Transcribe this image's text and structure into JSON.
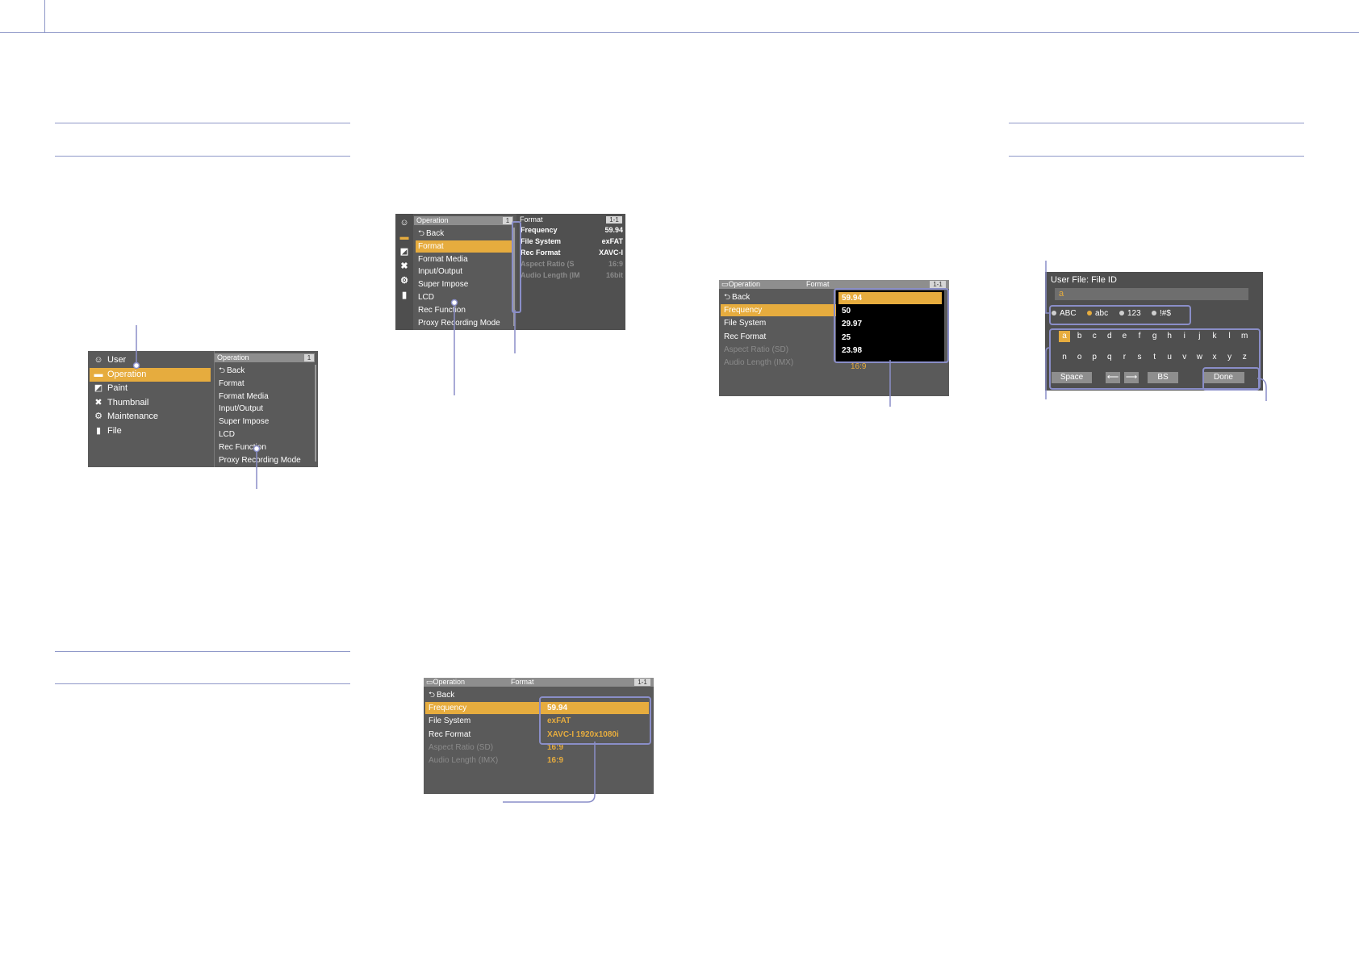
{
  "screen1": {
    "menu": [
      "User",
      "Operation",
      "Paint",
      "Thumbnail",
      "Maintenance",
      "File"
    ],
    "menu_icons": [
      "user-icon",
      "operation-icon",
      "paint-icon",
      "thumbnail-icon",
      "gear-icon",
      "file-icon"
    ],
    "selected": "Operation",
    "panel_header": "Operation",
    "page": "1",
    "items": [
      "Back",
      "Format",
      "Format Media",
      "Input/Output",
      "Super Impose",
      "LCD",
      "Rec Function",
      "Proxy Recording Mode"
    ]
  },
  "screen2": {
    "header": "Operation",
    "page": "1",
    "items": [
      "Back",
      "Format",
      "Format Media",
      "Input/Output",
      "Super Impose",
      "LCD",
      "Rec Function",
      "Proxy Recording Mode"
    ],
    "selected": "Format",
    "sub_header": "Format",
    "sub_page": "1-1",
    "sub_items": [
      {
        "label": "Frequency",
        "value": "59.94",
        "dim": false
      },
      {
        "label": "File System",
        "value": "exFAT",
        "dim": false
      },
      {
        "label": "Rec Format",
        "value": "XAVC-I",
        "dim": false
      },
      {
        "label": "Aspect Ratio (S",
        "value": "16:9",
        "dim": true
      },
      {
        "label": "Audio Length (IM",
        "value": "16bit",
        "dim": true
      }
    ]
  },
  "screen3": {
    "header": "Operation",
    "header2": "Format",
    "page": "1-1",
    "items": [
      {
        "label": "Back",
        "value": "",
        "dim": false
      },
      {
        "label": "Frequency",
        "value": "59.94",
        "dim": false
      },
      {
        "label": "File System",
        "value": "exFAT",
        "dim": false
      },
      {
        "label": "Rec Format",
        "value": "XAVC-I 1920x1080i",
        "dim": false
      },
      {
        "label": "Aspect Ratio (SD)",
        "value": "16:9",
        "dim": true
      },
      {
        "label": "Audio Length (IMX)",
        "value": "16:9",
        "dim": true
      }
    ]
  },
  "screen4": {
    "header": "Operation",
    "header2": "Format",
    "page": "1-1",
    "items": [
      {
        "label": "Back",
        "dim": false
      },
      {
        "label": "Frequency",
        "dim": false
      },
      {
        "label": "File System",
        "dim": false
      },
      {
        "label": "Rec Format",
        "dim": false
      },
      {
        "label": "Aspect Ratio (SD)",
        "dim": true
      },
      {
        "label": "Audio Length (IMX)",
        "dim": true
      }
    ],
    "dim_value": "16:9",
    "options": [
      "59.94",
      "50",
      "29.97",
      "25",
      "23.98"
    ],
    "selected_option": "59.94"
  },
  "screen5": {
    "title": "User File: File ID",
    "input_value": "a",
    "modes": [
      "ABC",
      "abc",
      "123",
      "!#$"
    ],
    "row1": [
      "a",
      "b",
      "c",
      "d",
      "e",
      "f",
      "g",
      "h",
      "i",
      "j",
      "k",
      "l",
      "m"
    ],
    "row2": [
      "n",
      "o",
      "p",
      "q",
      "r",
      "s",
      "t",
      "u",
      "v",
      "w",
      "x",
      "y",
      "z"
    ],
    "space": "Space",
    "left": "⟵",
    "right": "⟶",
    "bs": "BS",
    "done": "Done"
  }
}
